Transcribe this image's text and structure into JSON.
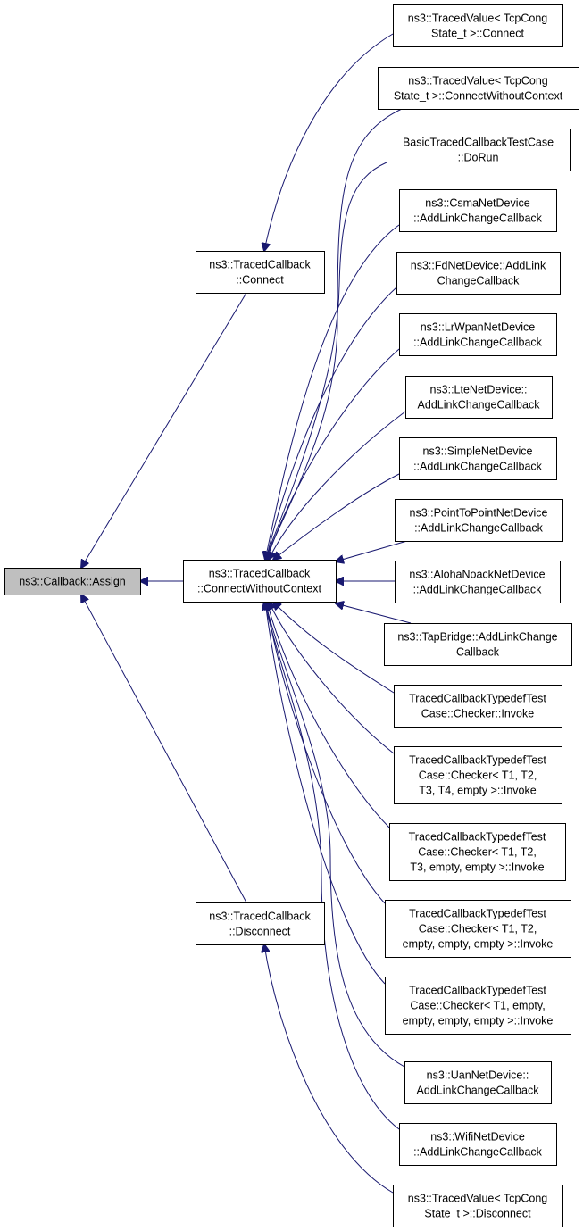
{
  "colors": {
    "edge": "#191970",
    "node_border": "#000000",
    "node_fill": "#ffffff",
    "root_fill": "#bfbfbf"
  },
  "nodes": {
    "root": {
      "lines": [
        "ns3::Callback::Assign"
      ]
    },
    "tc_connect": {
      "lines": [
        "ns3::TracedCallback",
        "::Connect"
      ]
    },
    "tc_cwc": {
      "lines": [
        "ns3::TracedCallback",
        "::ConnectWithoutContext"
      ]
    },
    "tc_disconnect": {
      "lines": [
        "ns3::TracedCallback",
        "::Disconnect"
      ]
    },
    "tv_connect": {
      "lines": [
        "ns3::TracedValue< TcpCong",
        "State_t >::Connect"
      ]
    },
    "tv_cwc": {
      "lines": [
        "ns3::TracedValue< TcpCong",
        "State_t >::ConnectWithoutContext"
      ]
    },
    "basic_dorun": {
      "lines": [
        "BasicTracedCallbackTestCase",
        "::DoRun"
      ]
    },
    "csma": {
      "lines": [
        "ns3::CsmaNetDevice",
        "::AddLinkChangeCallback"
      ]
    },
    "fd": {
      "lines": [
        "ns3::FdNetDevice::AddLink",
        "ChangeCallback"
      ]
    },
    "lrwpan": {
      "lines": [
        "ns3::LrWpanNetDevice",
        "::AddLinkChangeCallback"
      ]
    },
    "lte": {
      "lines": [
        "ns3::LteNetDevice::",
        "AddLinkChangeCallback"
      ]
    },
    "simple": {
      "lines": [
        "ns3::SimpleNetDevice",
        "::AddLinkChangeCallback"
      ]
    },
    "p2p": {
      "lines": [
        "ns3::PointToPointNetDevice",
        "::AddLinkChangeCallback"
      ]
    },
    "aloha": {
      "lines": [
        "ns3::AlohaNoackNetDevice",
        "::AddLinkChangeCallback"
      ]
    },
    "tapbridge": {
      "lines": [
        "ns3::TapBridge::AddLinkChange",
        "Callback"
      ]
    },
    "checker_invoke": {
      "lines": [
        "TracedCallbackTypedefTest",
        "Case::Checker::Invoke"
      ]
    },
    "checker4": {
      "lines": [
        "TracedCallbackTypedefTest",
        "Case::Checker< T1, T2,",
        "T3, T4, empty >::Invoke"
      ]
    },
    "checker3": {
      "lines": [
        "TracedCallbackTypedefTest",
        "Case::Checker< T1, T2,",
        "T3, empty, empty >::Invoke"
      ]
    },
    "checker2": {
      "lines": [
        "TracedCallbackTypedefTest",
        "Case::Checker< T1, T2,",
        "empty, empty, empty >::Invoke"
      ]
    },
    "checker1": {
      "lines": [
        "TracedCallbackTypedefTest",
        "Case::Checker< T1, empty,",
        "empty, empty, empty >::Invoke"
      ]
    },
    "uan": {
      "lines": [
        "ns3::UanNetDevice::",
        "AddLinkChangeCallback"
      ]
    },
    "wifi": {
      "lines": [
        "ns3::WifiNetDevice",
        "::AddLinkChangeCallback"
      ]
    },
    "tv_disconnect": {
      "lines": [
        "ns3::TracedValue< TcpCong",
        "State_t >::Disconnect"
      ]
    }
  },
  "edges": [
    {
      "from": "tc_connect",
      "to": "root"
    },
    {
      "from": "tc_cwc",
      "to": "root"
    },
    {
      "from": "tc_disconnect",
      "to": "root"
    },
    {
      "from": "tv_connect",
      "to": "tc_connect"
    },
    {
      "from": "tv_cwc",
      "to": "tc_cwc"
    },
    {
      "from": "basic_dorun",
      "to": "tc_cwc"
    },
    {
      "from": "csma",
      "to": "tc_cwc"
    },
    {
      "from": "fd",
      "to": "tc_cwc"
    },
    {
      "from": "lrwpan",
      "to": "tc_cwc"
    },
    {
      "from": "lte",
      "to": "tc_cwc"
    },
    {
      "from": "simple",
      "to": "tc_cwc"
    },
    {
      "from": "p2p",
      "to": "tc_cwc"
    },
    {
      "from": "aloha",
      "to": "tc_cwc"
    },
    {
      "from": "tapbridge",
      "to": "tc_cwc"
    },
    {
      "from": "checker_invoke",
      "to": "tc_cwc"
    },
    {
      "from": "checker4",
      "to": "tc_cwc"
    },
    {
      "from": "checker3",
      "to": "tc_cwc"
    },
    {
      "from": "checker2",
      "to": "tc_cwc"
    },
    {
      "from": "checker1",
      "to": "tc_cwc"
    },
    {
      "from": "uan",
      "to": "tc_cwc"
    },
    {
      "from": "wifi",
      "to": "tc_cwc"
    },
    {
      "from": "tv_disconnect",
      "to": "tc_disconnect"
    }
  ]
}
